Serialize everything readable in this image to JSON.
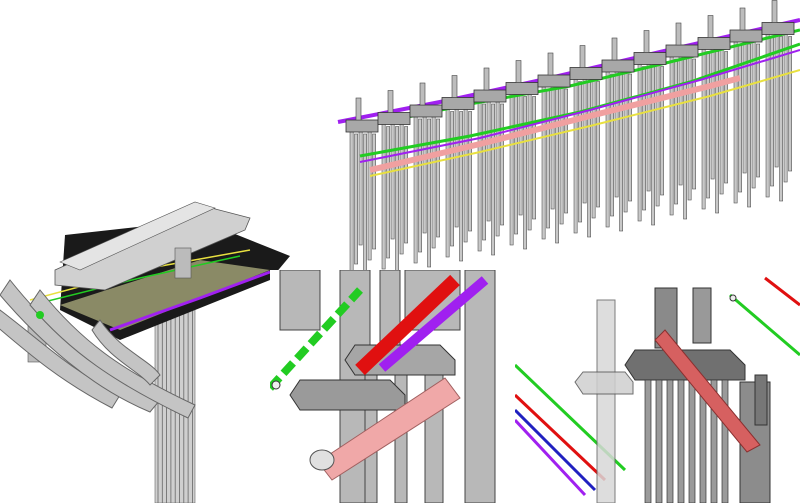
{
  "image": {
    "description_free": true,
    "background": "#ffffff"
  },
  "colors": {
    "purple_pipe": "#a020f0",
    "green_pipe": "#22cc22",
    "red_pipe": "#e01010",
    "yellow_pipe": "#e8e040",
    "salmon_pipe": "#f0a0a0",
    "blue_pipe": "#2020c0",
    "structure_gray": "#b8b8b8",
    "structure_dark": "#555555",
    "deck_black": "#1a1a1a"
  },
  "panels": [
    {
      "id": "top",
      "view": "overview-pile-array"
    },
    {
      "id": "left",
      "view": "bridge-deck-with-pipes"
    },
    {
      "id": "mid",
      "view": "closeup-pipe-crossing"
    },
    {
      "id": "right",
      "view": "closeup-pile-cap"
    }
  ]
}
